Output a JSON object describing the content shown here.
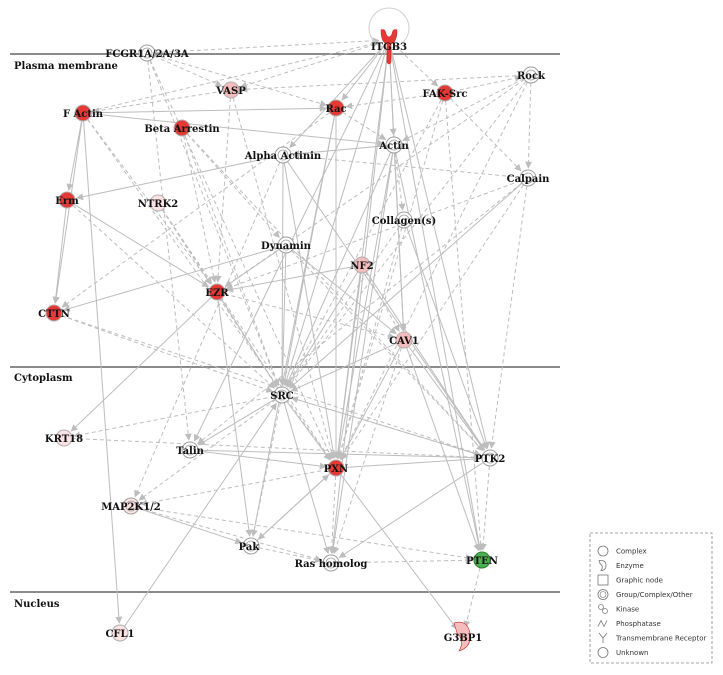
{
  "colors": {
    "strong_up": "#e53935",
    "medium_up": "#ee7b7b",
    "light_up": "#f4bcbc",
    "pale_up": "#fbe3e3",
    "neutral": "#ffffff",
    "down": "#4caf50",
    "edge": "#bdbdbd",
    "layer_line": "#8a8a8a"
  },
  "sections": [
    {
      "id": "membrane",
      "label": "Plasma membrane"
    },
    {
      "id": "cytoplasm",
      "label": "Cytoplasm"
    },
    {
      "id": "nucleus",
      "label": "Nucleus"
    }
  ],
  "nodes": [
    {
      "id": "ITGB3",
      "label": "ITGB3",
      "shape": "receptor",
      "color": "strong_up"
    },
    {
      "id": "FCGR",
      "label": "FCGR1A/2A/3A",
      "shape": "group",
      "color": "neutral"
    },
    {
      "id": "ROCK",
      "label": "Rock",
      "shape": "group",
      "color": "neutral"
    },
    {
      "id": "VASP",
      "label": "VASP",
      "shape": "circle",
      "color": "light_up"
    },
    {
      "id": "RAC",
      "label": "Rac",
      "shape": "circle",
      "color": "strong_up"
    },
    {
      "id": "FAKSRC",
      "label": "FAK-Src",
      "shape": "circle",
      "color": "strong_up"
    },
    {
      "id": "FACTIN",
      "label": "F Actin",
      "shape": "circle",
      "color": "strong_up"
    },
    {
      "id": "BARR",
      "label": "Beta Arrestin",
      "shape": "circle",
      "color": "strong_up"
    },
    {
      "id": "ACTIN",
      "label": "Actin",
      "shape": "group",
      "color": "neutral"
    },
    {
      "id": "AACT",
      "label": "Alpha Actinin",
      "shape": "group",
      "color": "neutral"
    },
    {
      "id": "CALPAIN",
      "label": "Calpain",
      "shape": "group",
      "color": "neutral"
    },
    {
      "id": "ERM",
      "label": "Erm",
      "shape": "circle",
      "color": "strong_up"
    },
    {
      "id": "NTRK2",
      "label": "NTRK2",
      "shape": "circle",
      "color": "pale_up"
    },
    {
      "id": "COLL",
      "label": "Collagen(s)",
      "shape": "group",
      "color": "neutral"
    },
    {
      "id": "DYN",
      "label": "Dynamin",
      "shape": "group",
      "color": "neutral"
    },
    {
      "id": "NF2",
      "label": "NF2",
      "shape": "circle",
      "color": "light_up"
    },
    {
      "id": "EZR",
      "label": "EZR",
      "shape": "circle",
      "color": "strong_up"
    },
    {
      "id": "CTTN",
      "label": "CTTN",
      "shape": "circle",
      "color": "strong_up"
    },
    {
      "id": "CAV1",
      "label": "CAV1",
      "shape": "circle",
      "color": "light_up"
    },
    {
      "id": "SRC",
      "label": "SRC",
      "shape": "group",
      "color": "neutral"
    },
    {
      "id": "KRT18",
      "label": "KRT18",
      "shape": "circle",
      "color": "pale_up"
    },
    {
      "id": "TALIN",
      "label": "Talin",
      "shape": "group",
      "color": "neutral"
    },
    {
      "id": "PXN",
      "label": "PXN",
      "shape": "circle",
      "color": "strong_up"
    },
    {
      "id": "PTK2",
      "label": "PTK2",
      "shape": "group",
      "color": "neutral"
    },
    {
      "id": "MAP2K",
      "label": "MAP2K1/2",
      "shape": "group",
      "color": "pale_up"
    },
    {
      "id": "PAK",
      "label": "Pak",
      "shape": "group",
      "color": "neutral"
    },
    {
      "id": "RAS",
      "label": "Ras homolog",
      "shape": "group",
      "color": "neutral"
    },
    {
      "id": "PTEN",
      "label": "PTEN",
      "shape": "circle",
      "color": "down"
    },
    {
      "id": "CFL1",
      "label": "CFL1",
      "shape": "circle",
      "color": "pale_up"
    },
    {
      "id": "G3BP1",
      "label": "G3BP1",
      "shape": "enzyme",
      "color": "light_up"
    }
  ],
  "edges": [
    [
      "FACTIN",
      "ITGB3",
      "dashed"
    ],
    [
      "FACTIN",
      "RAC",
      "solid"
    ],
    [
      "FACTIN",
      "ACTIN",
      "solid"
    ],
    [
      "FACTIN",
      "ERM",
      "solid"
    ],
    [
      "FACTIN",
      "CTTN",
      "solid"
    ],
    [
      "FACTIN",
      "EZR",
      "dashed"
    ],
    [
      "FACTIN",
      "PXN",
      "dashed"
    ],
    [
      "FACTIN",
      "CFL1",
      "solid"
    ],
    [
      "FCGR",
      "VASP",
      "dashed"
    ],
    [
      "FCGR",
      "RAC",
      "dashed"
    ],
    [
      "FCGR",
      "SRC",
      "dashed"
    ],
    [
      "FCGR",
      "PXN",
      "dashed"
    ],
    [
      "FCGR",
      "TALIN",
      "dashed"
    ],
    [
      "FCGR",
      "ITGB3",
      "dashed"
    ],
    [
      "ITGB3",
      "SRC",
      "solid"
    ],
    [
      "ITGB3",
      "PXN",
      "solid"
    ],
    [
      "ITGB3",
      "PTK2",
      "solid"
    ],
    [
      "ITGB3",
      "TALIN",
      "solid"
    ],
    [
      "ITGB3",
      "ACTIN",
      "solid"
    ],
    [
      "ITGB3",
      "AACT",
      "solid"
    ],
    [
      "ITGB3",
      "RAC",
      "solid"
    ],
    [
      "ITGB3",
      "PTEN",
      "solid"
    ],
    [
      "ITGB3",
      "FAKSRC",
      "dashed"
    ],
    [
      "ITGB3",
      "CAV1",
      "solid"
    ],
    [
      "ITGB3",
      "RAS",
      "solid"
    ],
    [
      "ITGB3",
      "VASP",
      "dashed"
    ],
    [
      "ROCK",
      "VASP",
      "dashed"
    ],
    [
      "ROCK",
      "CALPAIN",
      "dashed"
    ],
    [
      "ROCK",
      "EZR",
      "dashed"
    ],
    [
      "ROCK",
      "SRC",
      "dashed"
    ],
    [
      "ROCK",
      "PXN",
      "dashed"
    ],
    [
      "ROCK",
      "ACTIN",
      "dashed"
    ],
    [
      "FAKSRC",
      "ROCK",
      "dashed"
    ],
    [
      "FAKSRC",
      "RAC",
      "dashed"
    ],
    [
      "FAKSRC",
      "CALPAIN",
      "dashed"
    ],
    [
      "FAKSRC",
      "PTEN",
      "dashed"
    ],
    [
      "FAKSRC",
      "SRC",
      "dashed"
    ],
    [
      "FAKSRC",
      "PXN",
      "dashed"
    ],
    [
      "VASP",
      "PXN",
      "dashed"
    ],
    [
      "VASP",
      "EZR",
      "dashed"
    ],
    [
      "VASP",
      "FACTIN",
      "dashed"
    ],
    [
      "RAC",
      "SRC",
      "solid"
    ],
    [
      "RAC",
      "PAK",
      "solid"
    ],
    [
      "RAC",
      "PXN",
      "solid"
    ],
    [
      "RAC",
      "CTTN",
      "dashed"
    ],
    [
      "RAC",
      "ACTIN",
      "dashed"
    ],
    [
      "BARR",
      "SRC",
      "dashed"
    ],
    [
      "BARR",
      "EZR",
      "dashed"
    ],
    [
      "BARR",
      "DYN",
      "dashed"
    ],
    [
      "BARR",
      "PTK2",
      "dashed"
    ],
    [
      "ACTIN",
      "SRC",
      "solid"
    ],
    [
      "ACTIN",
      "PXN",
      "solid"
    ],
    [
      "ACTIN",
      "AACT",
      "solid"
    ],
    [
      "ACTIN",
      "CAV1",
      "solid"
    ],
    [
      "ACTIN",
      "COLL",
      "dashed"
    ],
    [
      "ACTIN",
      "RAS",
      "solid"
    ],
    [
      "ACTIN",
      "PTEN",
      "solid"
    ],
    [
      "AACT",
      "ERM",
      "solid"
    ],
    [
      "AACT",
      "SRC",
      "solid"
    ],
    [
      "AACT",
      "PTK2",
      "solid"
    ],
    [
      "AACT",
      "PXN",
      "solid"
    ],
    [
      "AACT",
      "MAP2K",
      "dashed"
    ],
    [
      "CALPAIN",
      "SRC",
      "solid"
    ],
    [
      "CALPAIN",
      "PTK2",
      "dashed"
    ],
    [
      "CALPAIN",
      "PXN",
      "dashed"
    ],
    [
      "CALPAIN",
      "EZR",
      "dashed"
    ],
    [
      "CALPAIN",
      "TALIN",
      "dashed"
    ],
    [
      "CALPAIN",
      "AACT",
      "dashed"
    ],
    [
      "ERM",
      "CTTN",
      "solid"
    ],
    [
      "ERM",
      "EZR",
      "solid"
    ],
    [
      "ERM",
      "SRC",
      "dashed"
    ],
    [
      "NTRK2",
      "SRC",
      "dashed"
    ],
    [
      "NTRK2",
      "PXN",
      "dashed"
    ],
    [
      "NTRK2",
      "EZR",
      "dashed"
    ],
    [
      "DYN",
      "SRC",
      "solid"
    ],
    [
      "DYN",
      "CTTN",
      "solid"
    ],
    [
      "DYN",
      "EZR",
      "solid"
    ],
    [
      "DYN",
      "CAV1",
      "solid"
    ],
    [
      "DYN",
      "PTK2",
      "dashed"
    ],
    [
      "NF2",
      "SRC",
      "solid"
    ],
    [
      "NF2",
      "PXN",
      "solid"
    ],
    [
      "NF2",
      "EZR",
      "solid"
    ],
    [
      "NF2",
      "PTK2",
      "solid"
    ],
    [
      "NF2",
      "CAV1",
      "dashed"
    ],
    [
      "EZR",
      "SRC",
      "solid"
    ],
    [
      "EZR",
      "PAK",
      "solid"
    ],
    [
      "EZR",
      "KRT18",
      "solid"
    ],
    [
      "EZR",
      "CAV1",
      "dashed"
    ],
    [
      "CTTN",
      "SRC",
      "dashed"
    ],
    [
      "CTTN",
      "PTK2",
      "dashed"
    ],
    [
      "CAV1",
      "SRC",
      "solid"
    ],
    [
      "CAV1",
      "PTK2",
      "solid"
    ],
    [
      "CAV1",
      "PXN",
      "solid"
    ],
    [
      "CAV1",
      "PTEN",
      "solid"
    ],
    [
      "CAV1",
      "RAS",
      "dashed"
    ],
    [
      "COLL",
      "SRC",
      "dashed"
    ],
    [
      "COLL",
      "PTK2",
      "solid"
    ],
    [
      "COLL",
      "PXN",
      "dashed"
    ],
    [
      "SRC",
      "PXN",
      "solid"
    ],
    [
      "SRC",
      "PTK2",
      "solid"
    ],
    [
      "SRC",
      "KRT18",
      "dashed"
    ],
    [
      "SRC",
      "TALIN",
      "solid"
    ],
    [
      "SRC",
      "PAK",
      "dashed"
    ],
    [
      "SRC",
      "RAS",
      "solid"
    ],
    [
      "SRC",
      "MAP2K",
      "dashed"
    ],
    [
      "KRT18",
      "PTK2",
      "dashed"
    ],
    [
      "TALIN",
      "PXN",
      "solid"
    ],
    [
      "TALIN",
      "PTK2",
      "solid"
    ],
    [
      "PXN",
      "PTK2",
      "solid"
    ],
    [
      "PXN",
      "PAK",
      "solid"
    ],
    [
      "PXN",
      "RAS",
      "dashed"
    ],
    [
      "PXN",
      "G3BP1",
      "solid"
    ],
    [
      "PXN",
      "MAP2K",
      "dashed"
    ],
    [
      "PTK2",
      "PTEN",
      "dashed"
    ],
    [
      "PTK2",
      "RAS",
      "solid"
    ],
    [
      "PTK2",
      "SRC",
      "dashed"
    ],
    [
      "MAP2K",
      "PAK",
      "solid"
    ],
    [
      "MAP2K",
      "RAS",
      "dashed"
    ],
    [
      "MAP2K",
      "PTEN",
      "dashed"
    ],
    [
      "PAK",
      "RAS",
      "dashed"
    ],
    [
      "PAK",
      "PXN",
      "solid"
    ],
    [
      "RAS",
      "PTEN",
      "dashed"
    ],
    [
      "PTEN",
      "G3BP1",
      "dashed"
    ],
    [
      "CFL1",
      "SRC",
      "solid"
    ]
  ],
  "legend": {
    "items": [
      {
        "label": "Complex",
        "icon": "circle"
      },
      {
        "label": "Enzyme",
        "icon": "enzyme"
      },
      {
        "label": "Graphic node",
        "icon": "square"
      },
      {
        "label": "Group/Complex/Other",
        "icon": "group"
      },
      {
        "label": "Kinase",
        "icon": "kinase"
      },
      {
        "label": "Phosphatase",
        "icon": "phosphatase"
      },
      {
        "label": "Transmembrane Receptor",
        "icon": "receptor"
      },
      {
        "label": "Unknown",
        "icon": "circle"
      }
    ]
  }
}
